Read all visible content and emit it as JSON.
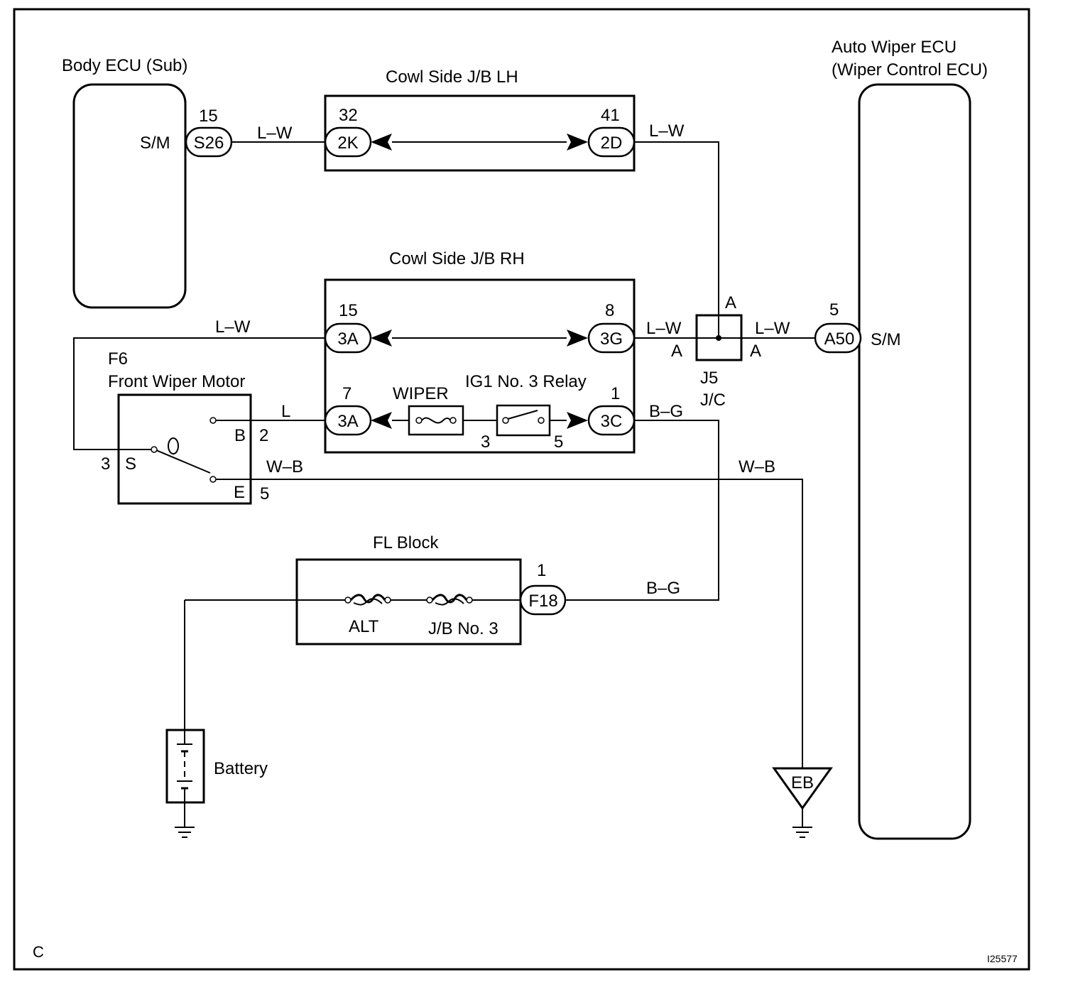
{
  "frame_letter": "C",
  "figure_id": "I25577",
  "components": {
    "body_ecu": {
      "title": "Body ECU (Sub)",
      "terminal": "S/M",
      "connector": "S26",
      "pin": "15"
    },
    "cowl_lh": {
      "title": "Cowl Side J/B LH",
      "left_connector": "2K",
      "left_pin": "32",
      "right_connector": "2D",
      "right_pin": "41"
    },
    "cowl_rh": {
      "title": "Cowl Side J/B RH",
      "top_left_connector": "3A",
      "top_left_pin": "15",
      "top_right_connector": "3G",
      "top_right_pin": "8",
      "bottom_left_connector": "3A",
      "bottom_left_pin": "7",
      "bottom_right_connector": "3C",
      "bottom_right_pin": "1",
      "fuse_label": "WIPER",
      "relay_label": "IG1 No. 3 Relay",
      "relay_pin_in": "3",
      "relay_pin_out": "5"
    },
    "junction": {
      "id": "J5",
      "type": "J/C",
      "label_top": "A",
      "label_left": "A",
      "label_right": "A"
    },
    "auto_wiper_ecu": {
      "title_line1": "Auto Wiper ECU",
      "title_line2": "(Wiper Control ECU)",
      "terminal": "S/M",
      "connector": "A50",
      "pin": "5"
    },
    "wiper_motor": {
      "id": "F6",
      "title": "Front Wiper Motor",
      "term_b": "B",
      "term_s": "S",
      "term_e": "E",
      "pin_b": "2",
      "pin_s": "3",
      "pin_e": "5"
    },
    "fl_block": {
      "title": "FL Block",
      "fuse1": "ALT",
      "fuse2": "J/B No. 3",
      "connector": "F18",
      "pin": "1"
    },
    "battery": {
      "label": "Battery"
    },
    "ground": {
      "label": "EB"
    }
  },
  "wires": {
    "body_to_lh": "L–W",
    "lh_to_jc": "L–W",
    "motor_to_rh": "L–W",
    "rh_to_jc": "L–W",
    "jc_to_ecu": "L–W",
    "motor_b": "L",
    "relay_out": "B–G",
    "motor_e_left": "W–B",
    "motor_e_right": "W–B",
    "fl_out": "B–G"
  }
}
